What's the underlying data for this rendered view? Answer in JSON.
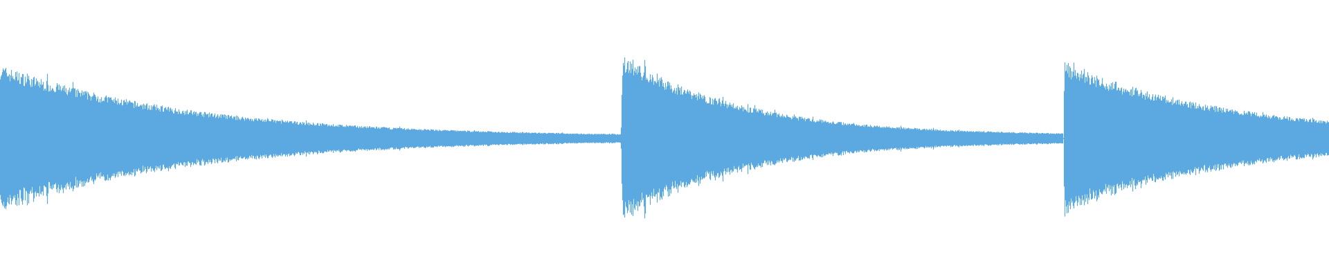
{
  "waveform": {
    "color": "#5ba9e0",
    "background": "#ffffff",
    "segments": [
      {
        "start_fraction": 0.0,
        "end_fraction": 0.467,
        "peak_amplitude": 0.48,
        "floor_amplitude": 0.01,
        "decay_rate": 3.2
      },
      {
        "start_fraction": 0.467,
        "end_fraction": 0.8,
        "peak_amplitude": 0.55,
        "floor_amplitude": 0.02,
        "decay_rate": 3.6
      },
      {
        "start_fraction": 0.8,
        "end_fraction": 1.0,
        "peak_amplitude": 0.5,
        "floor_amplitude": 0.02,
        "decay_rate": 1.6
      }
    ]
  }
}
